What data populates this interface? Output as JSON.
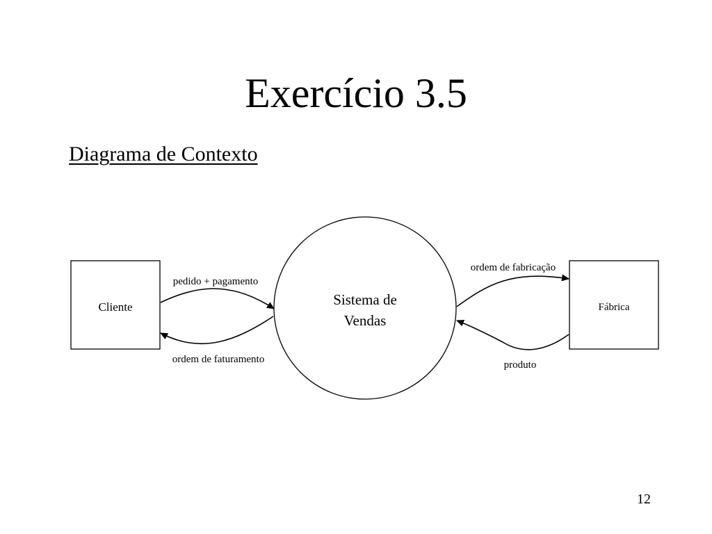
{
  "slide": {
    "title": "Exercício 3.5",
    "subtitle": "Diagrama de Contexto",
    "page_number": "12"
  },
  "diagram": {
    "entities": {
      "cliente": "Cliente",
      "fabrica": "Fábrica"
    },
    "process": {
      "line1": "Sistema de",
      "line2": "Vendas"
    },
    "flows": {
      "pedido_pagamento": "pedido + pagamento",
      "ordem_faturamento": "ordem de faturamento",
      "ordem_fabricacao": "ordem de fabricação",
      "produto": "produto"
    }
  }
}
